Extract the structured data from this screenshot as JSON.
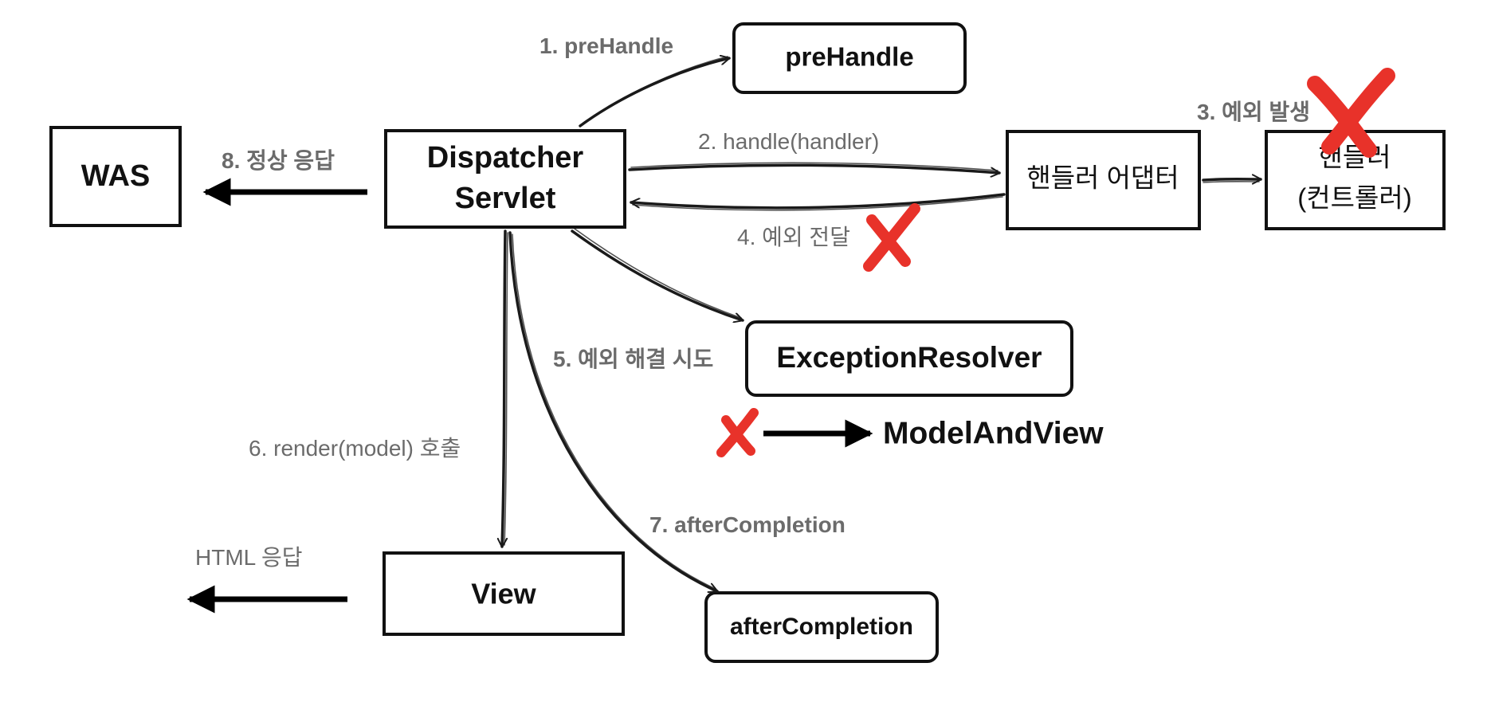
{
  "boxes": {
    "was": "WAS",
    "dispatcher_line1": "Dispatcher",
    "dispatcher_line2": "Servlet",
    "prehandle": "preHandle",
    "adapter": "핸들러 어댑터",
    "handler_line1": "핸들러",
    "handler_line2": "(컨트롤러)",
    "exception_resolver": "ExceptionResolver",
    "view": "View",
    "after_completion": "afterCompletion"
  },
  "labels": {
    "step1": "1. preHandle",
    "step2": "2. handle(handler)",
    "step3": "3. 예외 발생",
    "step4": "4. 예외 전달",
    "step5": "5. 예외 해결 시도",
    "step6": "6. render(model) 호출",
    "step7": "7. afterCompletion",
    "step8": "8. 정상 응답",
    "html_response": "HTML 응답",
    "model_and_view": "ModelAndView"
  },
  "colors": {
    "cross": "#e8322a",
    "label_gray": "#6b6b6b",
    "stroke": "#111111"
  },
  "icons": {
    "failure_mark": "red-x-cross"
  }
}
